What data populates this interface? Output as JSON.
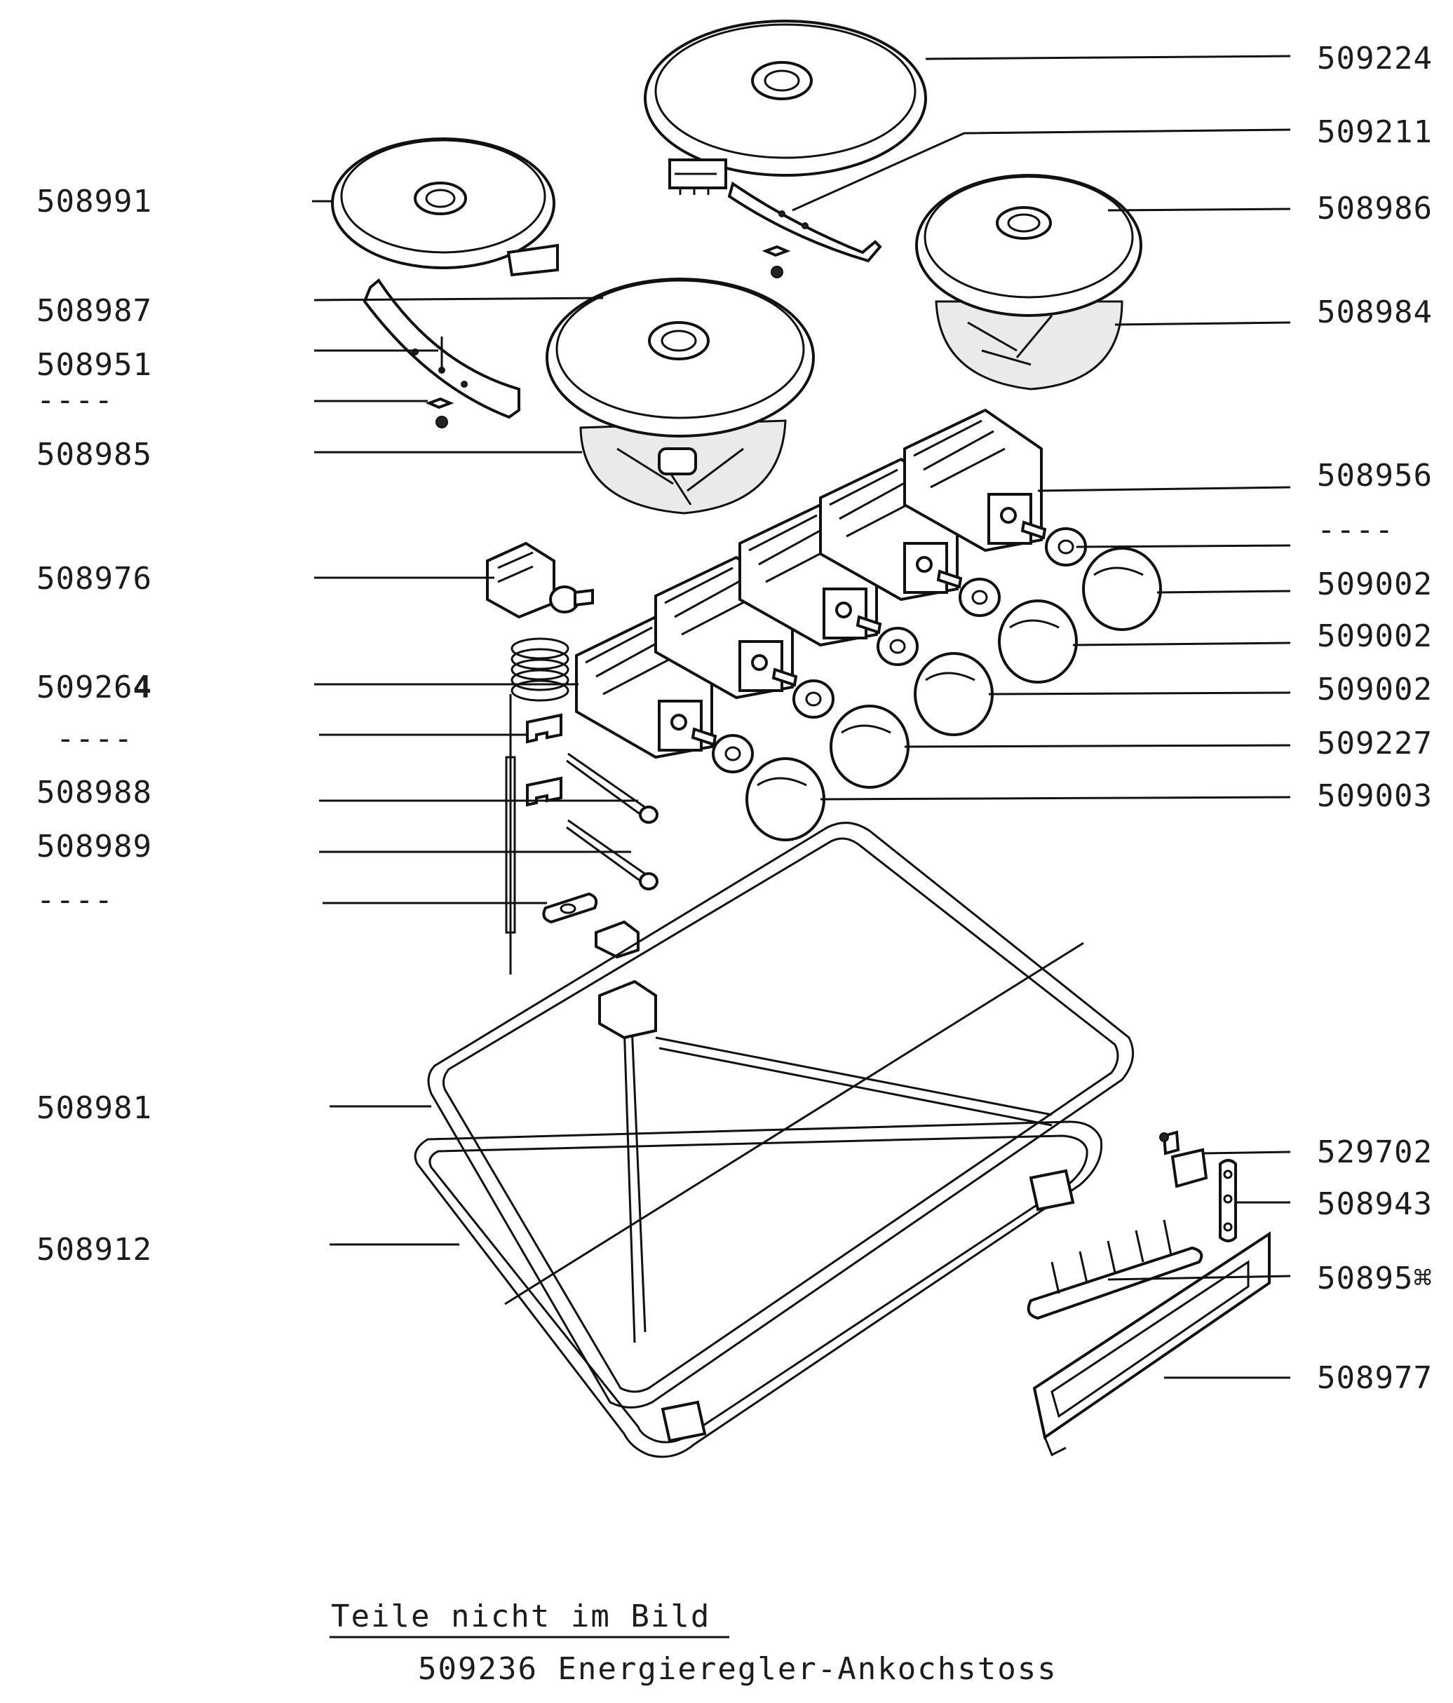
{
  "diagram": {
    "labels_right": [
      "509224",
      "509211",
      "508986",
      "508984",
      "508956",
      "----",
      "509002",
      "509002",
      "509002",
      "509227",
      "509003",
      "529702",
      "508943",
      "50895⌘",
      "508977"
    ],
    "labels_left": [
      "508991",
      "508987",
      "508951",
      "----",
      "508985",
      "508976",
      "50926",
      "----",
      "508988",
      "508989",
      "----",
      "508981",
      "508912"
    ],
    "label_509264_bold_digit": "4"
  },
  "footer": {
    "heading": "Teile nicht im Bild",
    "item": "509236 Energieregler-Ankochstoss"
  },
  "colors": {
    "ink": "#111111",
    "paper": "#ffffff"
  }
}
